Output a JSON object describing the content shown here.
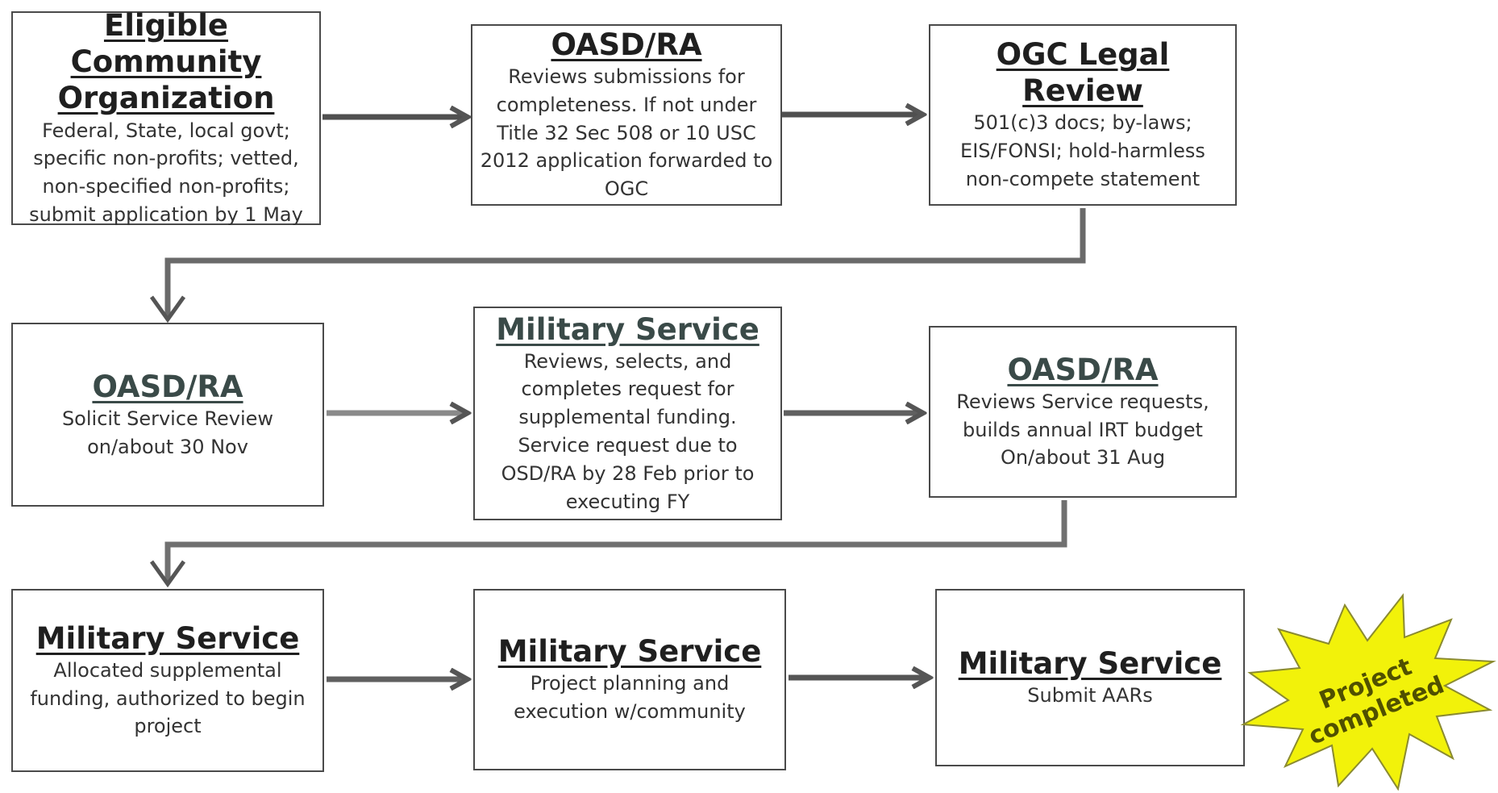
{
  "steps": {
    "eligible": {
      "title": "Eligible Community Organization",
      "body": "Federal, State, local govt; specific non-profits; vetted, non-specified non-profits; submit application by 1 May"
    },
    "oasd1": {
      "title": "OASD/RA",
      "body": "Reviews submissions for completeness. If not under Title 32 Sec 508 or 10 USC 2012 application forwarded to OGC"
    },
    "ogc": {
      "title": "OGC Legal Review",
      "body": "501(c)3 docs; by-laws; EIS/FONSI; hold-harmless non-compete statement"
    },
    "oasd2": {
      "title": "OASD/RA",
      "body": "Solicit Service Review on/about 30 Nov"
    },
    "milsvc1": {
      "title": "Military Service",
      "body": "Reviews, selects, and completes request for supplemental funding. Service request due to OSD/RA by 28 Feb prior to executing FY"
    },
    "oasd3": {
      "title": "OASD/RA",
      "body": "Reviews Service requests, builds annual IRT budget On/about 31 Aug"
    },
    "milsvc2": {
      "title": "Military Service",
      "body": "Allocated supplemental funding, authorized to begin project"
    },
    "milsvc3": {
      "title": "Military Service",
      "body": "Project planning and execution w/community"
    },
    "milsvc4": {
      "title": "Military Service",
      "body": "Submit AARs"
    }
  },
  "final": {
    "line1": "Project",
    "line2": "completed",
    "color": "#f2f20a"
  },
  "colors": {
    "border": "#4a4a4a",
    "arrow": "#555555"
  }
}
